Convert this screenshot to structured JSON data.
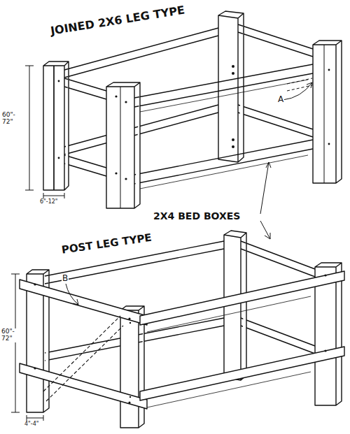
{
  "diagram": {
    "labels": [
      "JOINED 2X6 LEG TYPE",
      "A",
      "60\"- 72\"",
      "6\"-12\"",
      "2X4 BED BOXES",
      "POST LEG TYPE",
      "60\"- 72\"",
      "B",
      "4\"-4\""
    ]
  }
}
